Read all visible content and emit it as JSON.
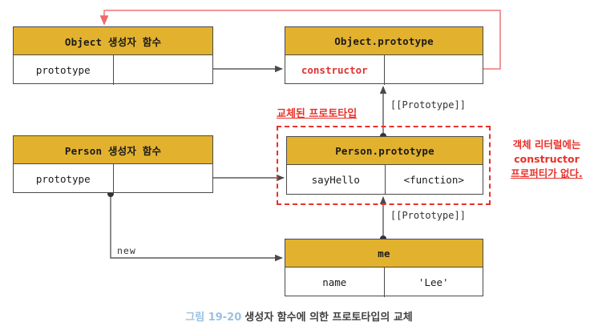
{
  "diagram": {
    "title_caption": {
      "figure_label": "그림 19-20",
      "text": "생성자 함수에 의한 프로토타입의 교체"
    },
    "boxes": {
      "object_ctor": {
        "header": "Object 생성자 함수",
        "row": {
          "key": "prototype",
          "value": ""
        }
      },
      "object_prototype": {
        "header": "Object.prototype",
        "row": {
          "key": "constructor",
          "value": ""
        }
      },
      "person_ctor": {
        "header": "Person 생성자 함수",
        "row": {
          "key": "prototype",
          "value": ""
        }
      },
      "person_prototype": {
        "header": "Person.prototype",
        "row": {
          "key": "sayHello",
          "value": "<function>"
        }
      },
      "me_object": {
        "header": "me",
        "row": {
          "key": "name",
          "value": "'Lee'"
        }
      }
    },
    "labels": {
      "prototype_link_upper": "[[Prototype]]",
      "prototype_link_lower": "[[Prototype]]",
      "new_edge": "new",
      "replaced_prototype": "교체된 프로토타입",
      "no_constructor_note_line1": "객체 리터럴에는",
      "no_constructor_note_line2": "constructor",
      "no_constructor_note_line3": "프로퍼티가 없다."
    },
    "colors": {
      "header_fill": "#e2b12e",
      "box_stroke": "#4a4a4a",
      "accent_red": "#e8312a",
      "wire_red": "#ef8a8a",
      "wire_gray": "#5a5a5a",
      "caption_blue": "#9cc0e0"
    }
  }
}
